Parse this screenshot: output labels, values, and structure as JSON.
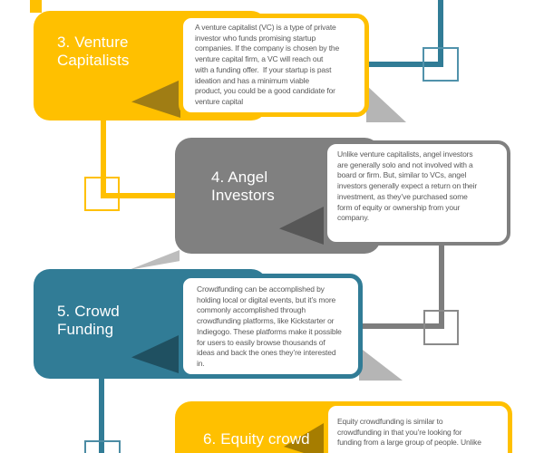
{
  "palette": {
    "gold": "#FFC000",
    "gray": "#808080",
    "teal": "#317C96",
    "description_text": "#595959",
    "label_text": "#FFFFFF",
    "shadow": "#B5B5B5"
  },
  "sections": [
    {
      "label_line1": "3. Venture",
      "label_line2": "Capitalists",
      "desc_lines": [
        "A venture capitalist (VC) is a type of private",
        "investor who funds promising startup",
        "companies. If the company is chosen by the",
        "venture capital firm, a VC will reach out",
        "with a funding offer.  If your startup is past",
        "ideation and has a minimum viable",
        "product, you could be a good candidate for",
        "venture capital"
      ]
    },
    {
      "label_line1": "4. Angel",
      "label_line2": "Investors",
      "desc_lines": [
        "Unlike venture capitalists, angel investors",
        "are generally solo and not involved with a",
        "board or firm. But, similar to VCs, angel",
        "investors generally expect a return on their",
        "investment, as they’ve purchased some",
        "form of equity or ownership from your",
        "company."
      ]
    },
    {
      "label_line1": "5. Crowd",
      "label_line2": "Funding",
      "desc_lines": [
        "Crowdfunding can be accomplished by",
        "holding local or digital events, but it’s more",
        "commonly accomplished through",
        "crowdfunding platforms, like Kickstarter or",
        "Indiegogo. These platforms make it possible",
        "for users to easily browse thousands of",
        "ideas and back the ones they’re interested",
        "in."
      ]
    },
    {
      "label_line1": "6. Equity crowd",
      "desc_lines": [
        "Equity crowdfunding is similar to",
        "crowdfunding in that you’re looking for",
        "funding from a large group of people. Unlike"
      ]
    }
  ]
}
